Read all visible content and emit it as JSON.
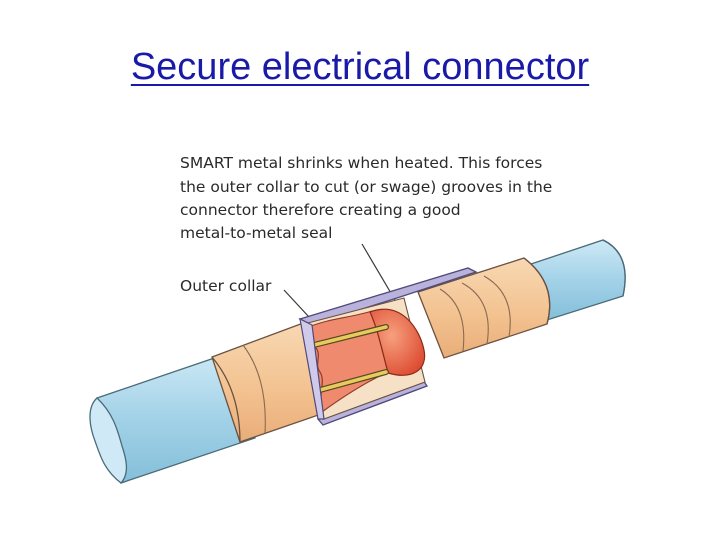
{
  "slide": {
    "title": "Secure electrical connector"
  },
  "diagram": {
    "annotation_lines": [
      "SMART metal shrinks when heated. This forces",
      "the outer collar to cut (or swage) grooves in the",
      "connector therefore creating a good",
      "metal-to-metal seal"
    ],
    "outer_collar_label": "Outer collar",
    "colors": {
      "cable": "#a9d6ea",
      "cable_end": "#cfeaf6",
      "connector_sleeve": "#f5c79a",
      "outer_collar": "#b9b2dc",
      "cut_interior": "#ef8a6f",
      "inner_cap": "#e8583c",
      "metal_rod": "#e3c55a",
      "outline": "#5a5a5a"
    }
  }
}
